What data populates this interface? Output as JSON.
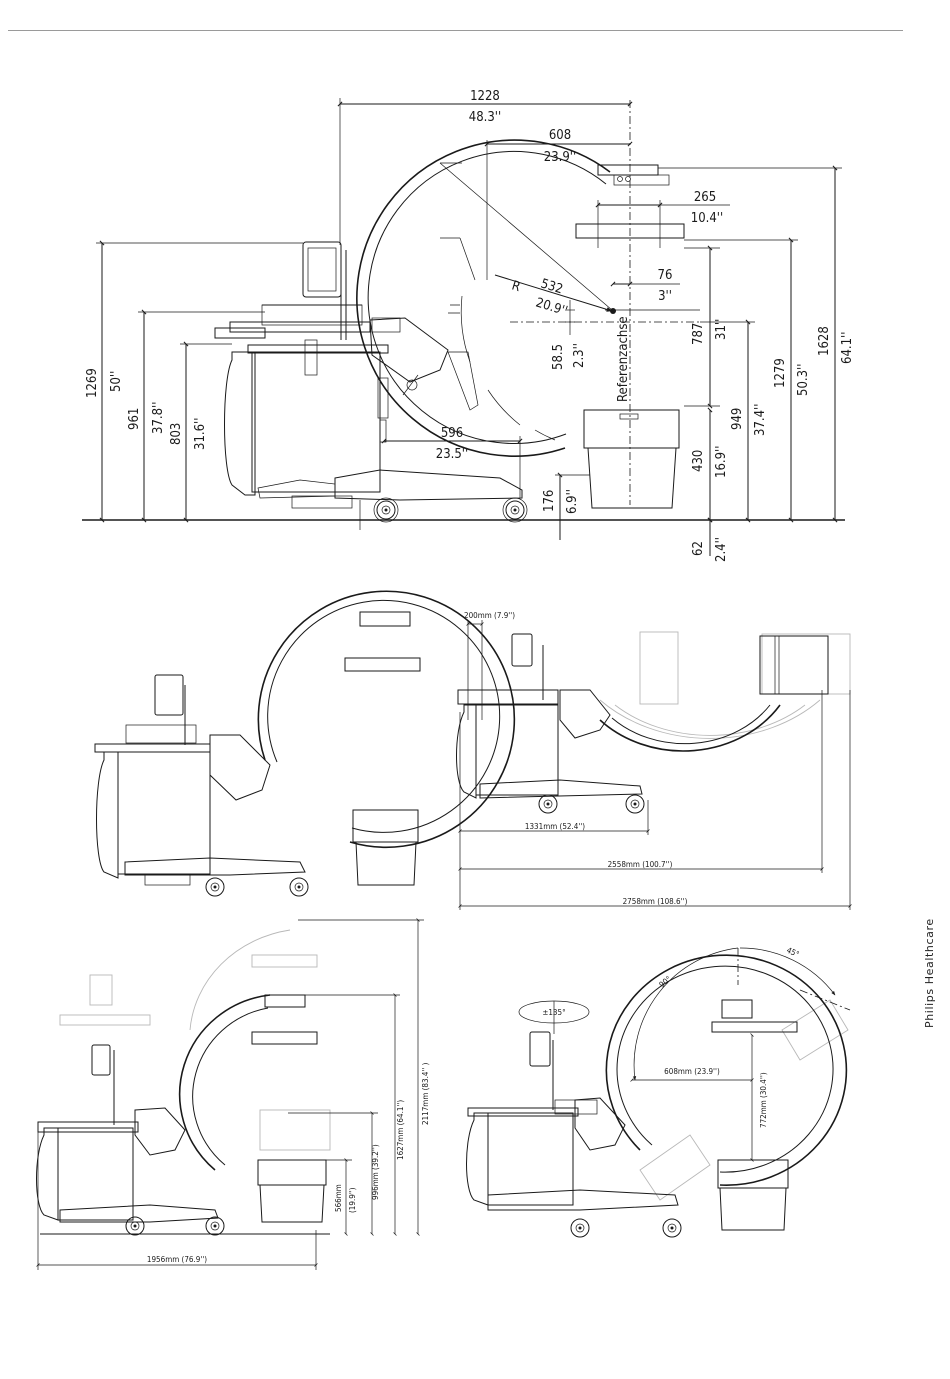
{
  "brand": "Philips Healthcare",
  "view_main": {
    "dims": {
      "w1228": "1228",
      "w1228_in": "48.3''",
      "w608": "608",
      "w608_in": "23.9''",
      "w265": "265",
      "w265_in": "10.4''",
      "r532": "532",
      "r532_in": "20.9''",
      "r_label": "R",
      "w76": "76",
      "w76_in": "3''",
      "h58": "58.5",
      "h58_in": "2.3''",
      "h787": "787",
      "h787_in": "31''",
      "h949": "949",
      "h949_in": "37.4''",
      "h1279": "1279",
      "h1279_in": "50.3''",
      "h1628": "1628",
      "h1628_in": "64.1''",
      "h430": "430",
      "h430_in": "16.9''",
      "h1269": "1269",
      "h1269_in": "50''",
      "h961": "961",
      "h961_in": "37.8''",
      "h803": "803",
      "h803_in": "31.6''",
      "w596": "596",
      "w596_in": "23.5''",
      "h176": "176",
      "h176_in": "6.9''",
      "h62": "62",
      "h62_in": "2.4''",
      "ref_axis": "Referenzachse"
    }
  },
  "view_tr": {
    "d200": "200mm  (7.9'')",
    "d1331": "1331mm   (52.4'')",
    "d2558": "2558mm   (100.7'')",
    "d2758": "2758mm   (108.6'')"
  },
  "view_bl": {
    "d1956": "1956mm  (76.9'')",
    "d566": "566mm\n(19.9'')",
    "d566a": "566mm",
    "d566b": "(19.9'')",
    "d996": "996mm (39.2'')",
    "d1627": "1627mm  (64.1'')",
    "d2117": "2117mm  (83.4'' )"
  },
  "view_br": {
    "rot135": "±135°",
    "a90": "90°",
    "a45": "45°",
    "d608": "608mm (23.9'')",
    "d772": "772mm (30.4'')"
  }
}
